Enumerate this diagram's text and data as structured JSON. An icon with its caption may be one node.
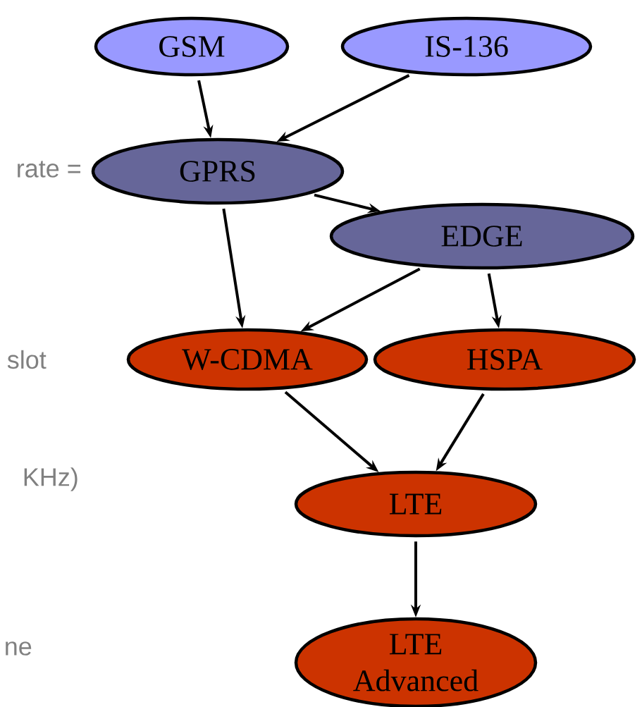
{
  "diagram": {
    "nodes": [
      {
        "text": [
          "GSM"
        ]
      },
      {
        "text": [
          "IS-136"
        ]
      },
      {
        "text": [
          "GPRS"
        ]
      },
      {
        "text": [
          "EDGE"
        ]
      },
      {
        "text": [
          "W-CDMA"
        ]
      },
      {
        "text": [
          "HSPA"
        ]
      },
      {
        "text": [
          "LTE"
        ]
      },
      {
        "text": [
          "LTE Advanced"
        ]
      }
    ],
    "edges": [
      {
        "from": 0,
        "to": 2,
        "arrow": "to"
      },
      {
        "from": 1,
        "to": 2,
        "arrow": "to"
      },
      {
        "from": 2,
        "to": 3,
        "arrow": "to"
      },
      {
        "from": 2,
        "to": 4,
        "arrow": "to"
      },
      {
        "from": 3,
        "to": 4,
        "arrow": "to"
      },
      {
        "from": 3,
        "to": 5,
        "arrow": "to"
      },
      {
        "from": 4,
        "to": 6,
        "arrow": "to"
      },
      {
        "from": 5,
        "to": 6,
        "arrow": "to"
      },
      {
        "from": 6,
        "to": 7,
        "arrow": "to"
      }
    ],
    "labels": [
      "rate =",
      "slot",
      "KHz)",
      "ne"
    ]
  }
}
